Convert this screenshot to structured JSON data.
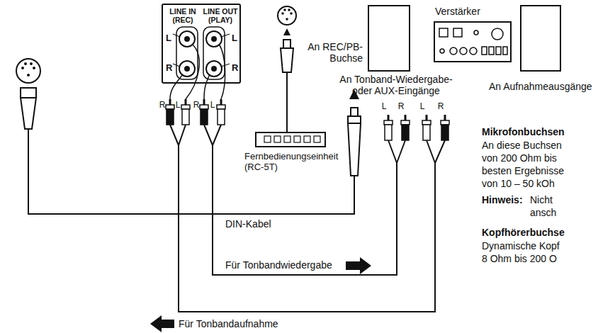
{
  "diagram": {
    "nodes": [
      {
        "text": [
          "LINE IN (REC)",
          "LINE OUT (PLAY)",
          "L",
          "R",
          "L",
          "R"
        ]
      },
      {
        "text": [
          "Fernbedienungseinheit (RC-5T)"
        ]
      },
      {
        "text": [
          "Verstärker"
        ]
      }
    ],
    "labels": [
      "R",
      "L",
      "R",
      "L",
      "DIN-Kabel",
      "Für Tonbandwiedergabe",
      "Für Tonbandaufnahme",
      "An REC/PB- Buchse",
      "An Tonband-Wiedergabe- oder AUX-Eingänge",
      "An Aufnahmeausgänge",
      "L",
      "R",
      "L",
      "R",
      "Mikrofonbuchsen",
      "An diese Buchsen",
      "von 200 Ohm bis",
      "besten Ergebnisse",
      "von 10 – 50 kOh",
      "Hinweis:",
      "Nicht",
      "ansch",
      "Kopfhörerbuchse",
      "Dynamische Kopf",
      "8 Ohm bis 200 O"
    ]
  }
}
